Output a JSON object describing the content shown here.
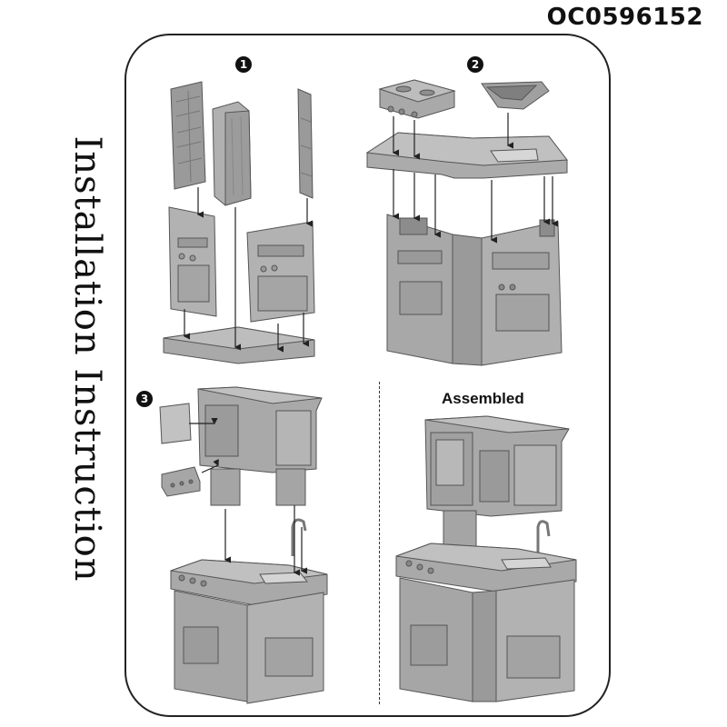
{
  "product_code": "OC0596152",
  "side_title": "Installation Instruction",
  "steps": [
    "1",
    "2",
    "3"
  ],
  "assembled_label": "Assembled",
  "colors": {
    "part_fill": "#a9a9a9",
    "part_shade": "#8e8e8e",
    "part_light": "#c4c4c4",
    "line": "#333333"
  }
}
